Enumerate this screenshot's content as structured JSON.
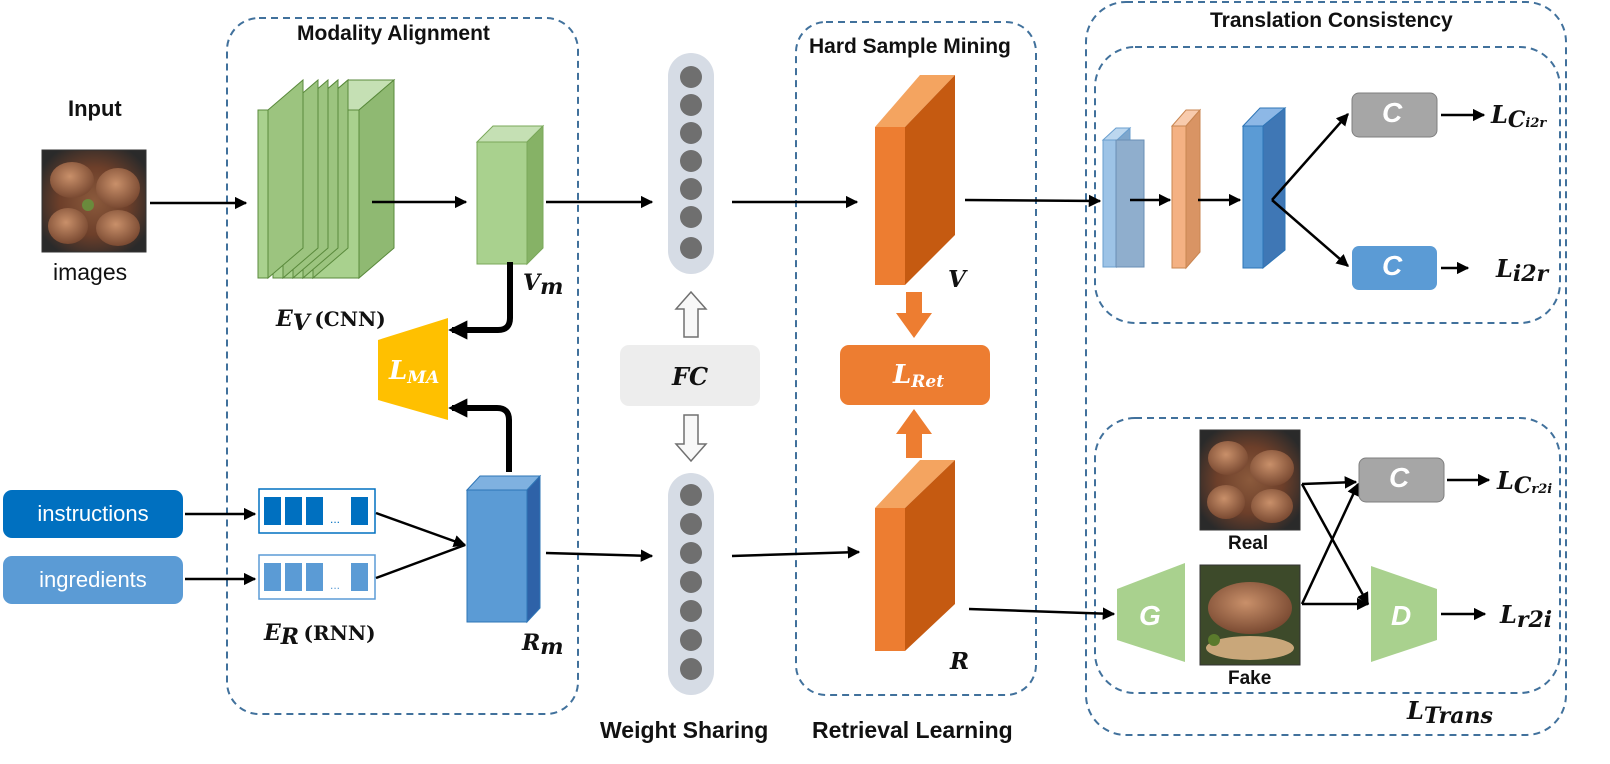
{
  "sections": {
    "modality_alignment": "Modality Alignment",
    "hard_sample_mining": "Hard Sample Mining",
    "translation_consistency": "Translation Consistency",
    "weight_sharing": "Weight Sharing",
    "retrieval_learning": "Retrieval Learning"
  },
  "input": {
    "title": "Input",
    "images_caption": "images",
    "instructions": "instructions",
    "ingredients": "ingredients"
  },
  "encoders": {
    "ev_symbol": "E",
    "ev_sub": "V",
    "ev_suffix": "(CNN)",
    "er_symbol": "E",
    "er_sub": "R",
    "er_suffix": "(RNN)",
    "seq_dots": "..."
  },
  "embeddings": {
    "vm_symbol": "V",
    "vm_sub": "m",
    "rm_symbol": "R",
    "rm_sub": "m",
    "v_label": "V",
    "r_label": "R"
  },
  "losses": {
    "lma_symbol": "L",
    "lma_sub": "MA",
    "lret_symbol": "L",
    "lret_sub": "Ret",
    "lci2r_symbol": "L",
    "lci2r_sub": "C",
    "lci2r_subsub": "i2r",
    "li2r_symbol": "L",
    "li2r_sub": "i2r",
    "lcr2i_symbol": "L",
    "lcr2i_sub": "C",
    "lcr2i_subsub": "r2i",
    "lr2i_symbol": "L",
    "lr2i_sub": "r2i",
    "ltrans_symbol": "L",
    "ltrans_sub": "Trans"
  },
  "modules": {
    "fc": "FC",
    "classifier_a": "C",
    "classifier_b": "C",
    "classifier_c": "C",
    "generator": "G",
    "discriminator": "D"
  },
  "gan": {
    "real": "Real",
    "fake": "Fake"
  },
  "colors": {
    "green": "#a9d18e",
    "orange": "#ed7d31",
    "blue": "#5b9bd5",
    "dark_blue": "#0070c0",
    "gold": "#ffc000",
    "gray": "#a6a6a6",
    "dashed": "#41719c"
  }
}
